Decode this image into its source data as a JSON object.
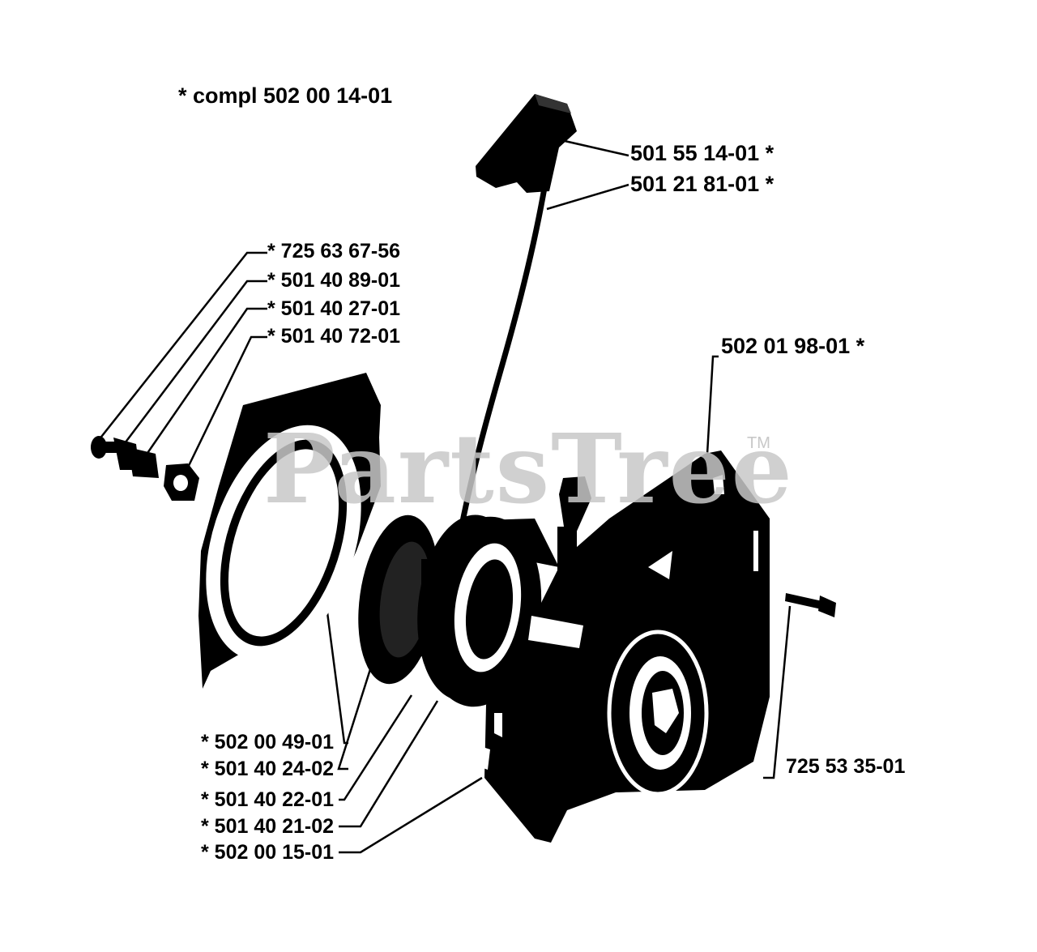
{
  "title": "* compl 502 00 14-01",
  "watermark": "PartsTree",
  "watermark_tm": "TM",
  "parts": {
    "handle": "501 55 14-01  *",
    "cord": "501 21 81-01  *",
    "screw_a": "*  725 63 67-56",
    "washer_a": "*  501 40 89-01",
    "washer_b": "*  501 40 27-01",
    "bushing": "*  501 40 72-01",
    "housing": "502 01 98-01  *",
    "housing_screw": "725 53 35-01",
    "cover_plate": "*  502 00 49-01",
    "pulley": "*  501 40 24-02",
    "spring": "*  501 40 22-01",
    "spring_cover": "*  501 40 21-02",
    "starter_housing": "*  502 00 15-01"
  },
  "icons": [
    "starter-handle-icon",
    "pulley-icon",
    "housing-icon",
    "screw-icon",
    "washer-icon",
    "cover-plate-icon"
  ]
}
